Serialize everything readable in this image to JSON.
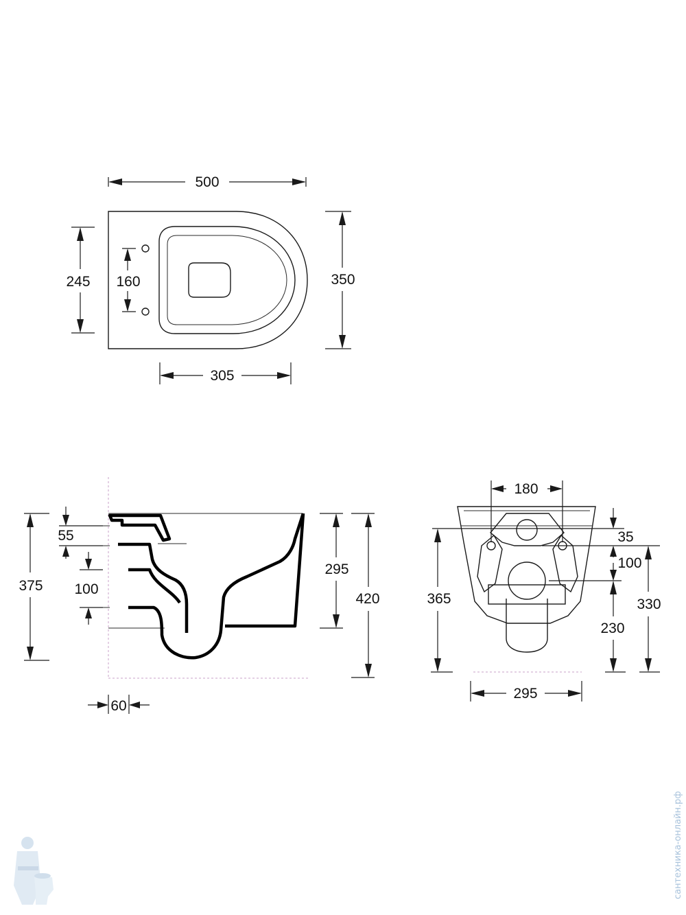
{
  "top_view": {
    "width_500": "500",
    "height_350": "350",
    "height_245": "245",
    "spacing_160": "160",
    "width_305": "305"
  },
  "side_view": {
    "height_375": "375",
    "depth_55": "55",
    "gap_100": "100",
    "height_295": "295",
    "height_420": "420",
    "offset_60": "60"
  },
  "rear_view": {
    "width_180": "180",
    "height_35": "35",
    "height_100": "100",
    "height_365": "365",
    "height_230": "230",
    "height_330": "330",
    "width_295": "295"
  },
  "watermark": {
    "text": "сантехника-онлайн.рф",
    "logo_icon": "plumber-with-toilet-icon"
  }
}
